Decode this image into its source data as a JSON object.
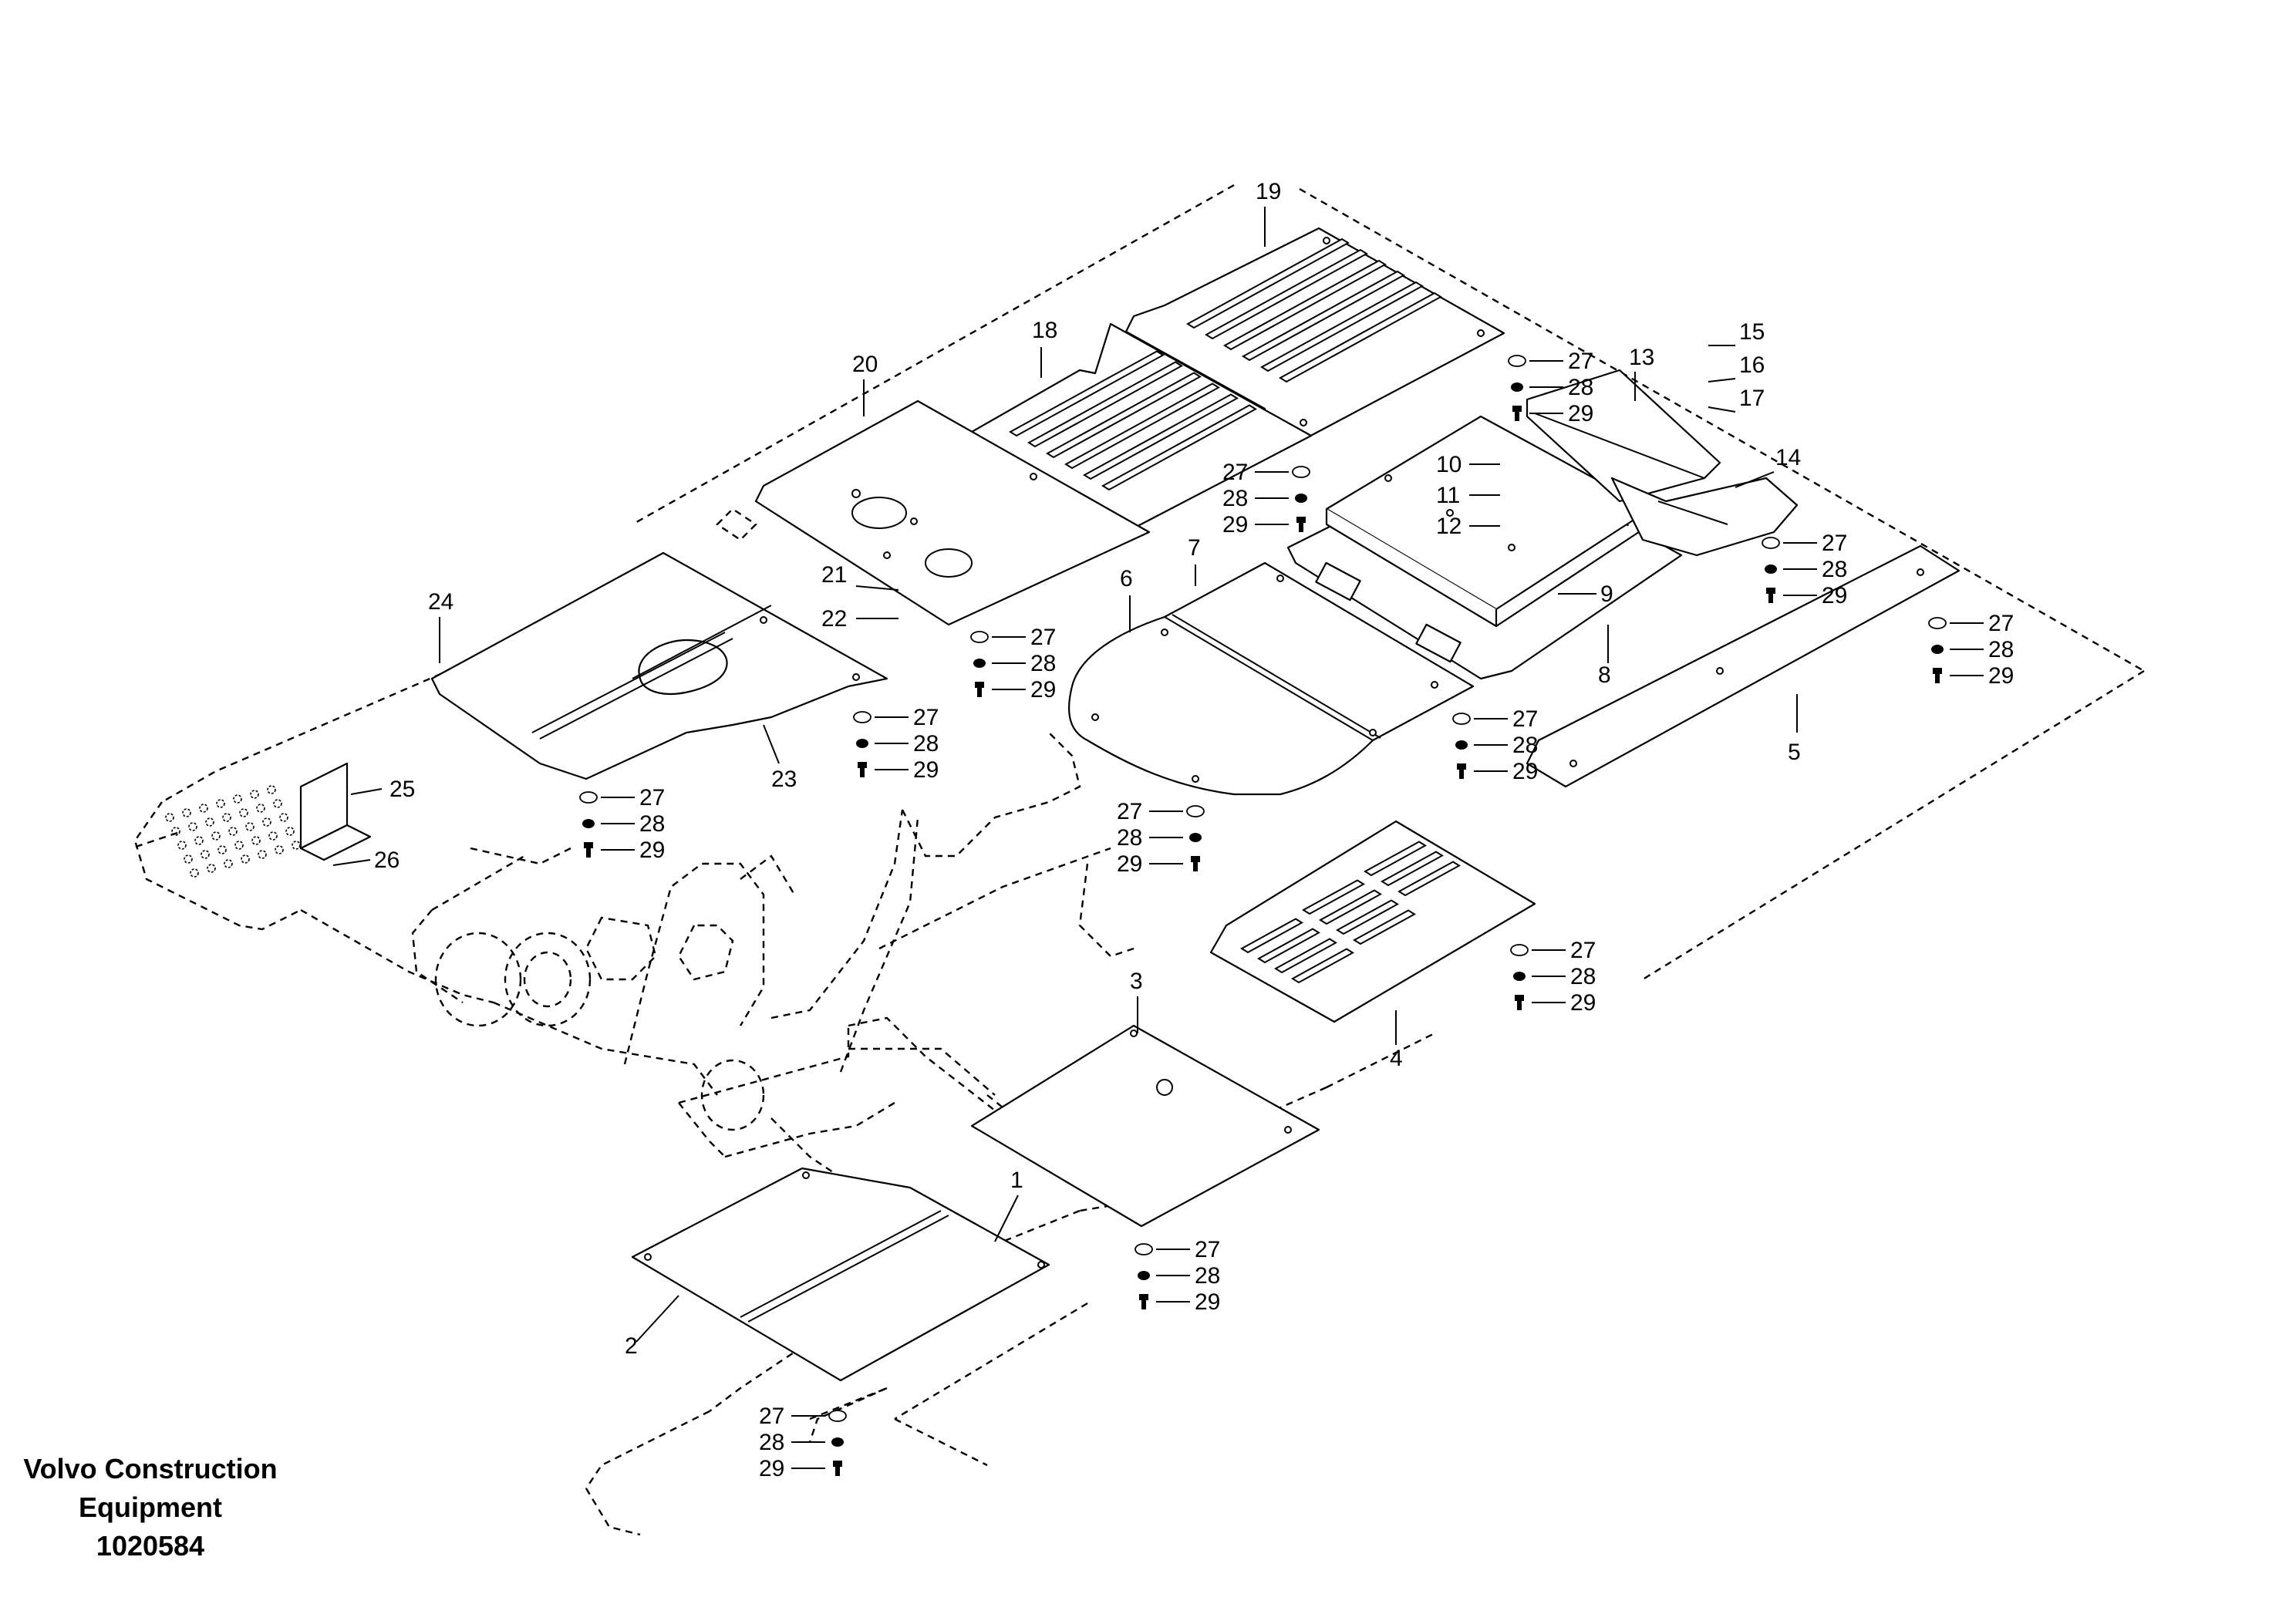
{
  "diagram": {
    "type": "exploded-parts",
    "callouts": [
      "1",
      "2",
      "3",
      "4",
      "5",
      "6",
      "7",
      "8",
      "9",
      "10",
      "11",
      "12",
      "13",
      "14",
      "15",
      "16",
      "17",
      "18",
      "19",
      "20",
      "21",
      "22",
      "23",
      "24",
      "25",
      "26",
      "27",
      "28",
      "29"
    ],
    "fastener_labels": {
      "washer": "27",
      "lock_washer": "28",
      "bolt": "29"
    }
  },
  "footer": {
    "line1": "Volvo Construction",
    "line2": "Equipment",
    "code": "1020584"
  }
}
